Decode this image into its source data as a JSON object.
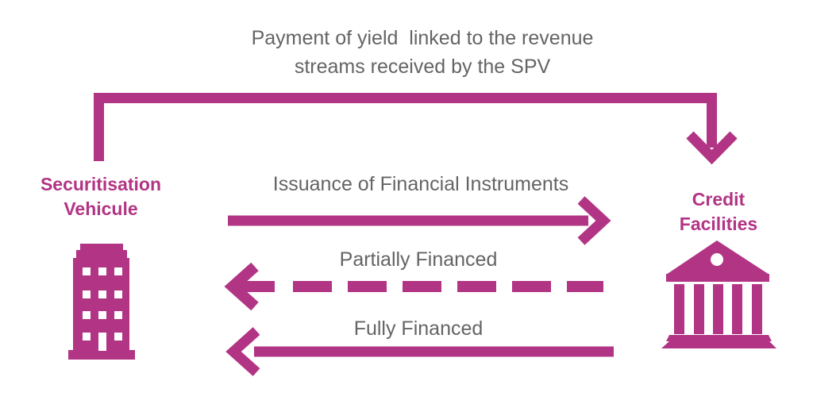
{
  "colors": {
    "accent": "#B23484",
    "gray": "#646464",
    "background": "#FFFFFF"
  },
  "entities": {
    "left": {
      "name": "Securitisation\nVehicule",
      "icon": "office-building-icon"
    },
    "right": {
      "name": "Credit\nFacilities",
      "icon": "bank-icon"
    }
  },
  "flows": [
    {
      "label": "Payment of yield  linked to the revenue\nstreams received by the SPV",
      "direction": "left-to-right",
      "line_style": "solid",
      "path": "over-the-top"
    },
    {
      "label": "Issuance of Financial Instruments",
      "direction": "left-to-right",
      "line_style": "solid",
      "path": "horizontal"
    },
    {
      "label": "Partially Financed",
      "direction": "right-to-left",
      "line_style": "dashed",
      "path": "horizontal"
    },
    {
      "label": "Fully Financed",
      "direction": "right-to-left",
      "line_style": "solid",
      "path": "horizontal"
    }
  ]
}
